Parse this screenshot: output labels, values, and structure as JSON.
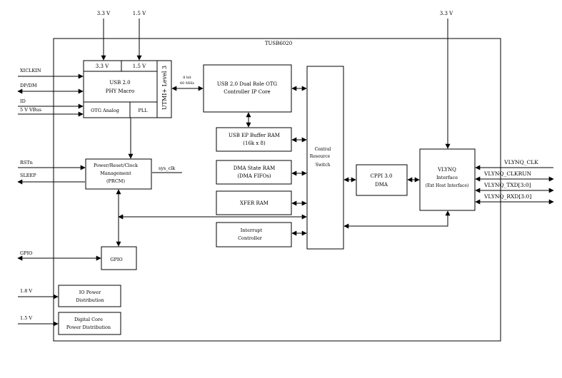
{
  "chip": {
    "title": "TUSB6020"
  },
  "power_labels": {
    "top_left_a": "3.3 V",
    "top_left_b": "1.5 V",
    "top_right": "3.3 V"
  },
  "phy": {
    "rail_a": "3.3 V",
    "rail_b": "1.5 V",
    "title_line1": "USB 2.0",
    "title_line2": "PHY Macro",
    "otg_analog": "OTG Analog",
    "pll": "PLL",
    "utmi": "UTMI+ Level 3"
  },
  "left_signals": {
    "xiclkin": "XICLKIN",
    "dpdm": "DP/DM",
    "id": "ID",
    "vbus": "5 V VBus",
    "rstn": "RSTn",
    "sleep": "SLEEP",
    "gpio": "GPIO",
    "v18": "1.8 V",
    "v15": "1.5 V"
  },
  "bus_label": {
    "line1": "8 bit",
    "line2": "60 MHz"
  },
  "otg_core": {
    "line1": "USB 2.0 Dual Role OTG",
    "line2": "Controller IP Core"
  },
  "ep_ram": {
    "line1": "USB EP Buffer RAM",
    "line2": "(16k x 8)"
  },
  "dma_state": {
    "line1": "DMA State RAM",
    "line2": "(DMA FIFOs)"
  },
  "xfer_ram": {
    "line1": "XFER RAM"
  },
  "interrupt": {
    "line1": "Interrupt",
    "line2": "Controller"
  },
  "crs": {
    "line1": "Central",
    "line2": "Resource",
    "line3": "Switch"
  },
  "prcm": {
    "line1": "Power/Reset/Clock",
    "line2": "Management",
    "line3": "(PRCM)"
  },
  "sys_clk": "sys_clk",
  "gpio_block": "GPIO",
  "io_power": {
    "line1": "IO Power",
    "line2": "Distribution"
  },
  "core_power": {
    "line1": "Digital Core",
    "line2": "Power Distribution"
  },
  "cppi": {
    "line1": "CPPI 3.0",
    "line2": "DMA"
  },
  "vlynq": {
    "line1": "VLYNQ",
    "line2": "Interface",
    "line3": "(Ext Host Interface)"
  },
  "right_signals": {
    "clk": "VLYNQ_CLK",
    "clkrun": "VLYNQ_CLKRUN",
    "txd": "VLYNQ_TXD[3:0]",
    "rxd": "VLYNQ_RXD[3:0]"
  }
}
